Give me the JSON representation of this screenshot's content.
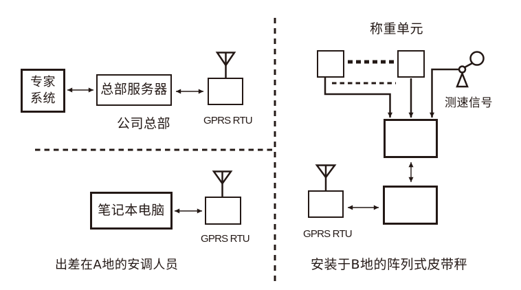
{
  "colors": {
    "ink": "#231815",
    "paper": "#ffffff"
  },
  "icons": {
    "antenna": "antenna-icon",
    "speed_sensor": "speed-sensor-icon"
  },
  "hq": {
    "expert_line1": "专家",
    "expert_line2": "系统",
    "server": "总部服务器",
    "caption": "公司总部",
    "rtu_label": "GPRS RTU"
  },
  "site_a": {
    "laptop": "笔记本电脑",
    "caption": "出差在A地的安调人员",
    "rtu_label": "GPRS RTU"
  },
  "site_b": {
    "weighing_title": "称重单元",
    "speed_label": "测速信号",
    "caption": "安装于B地的阵列式皮带秤",
    "rtu_label": "GPRS RTU"
  }
}
